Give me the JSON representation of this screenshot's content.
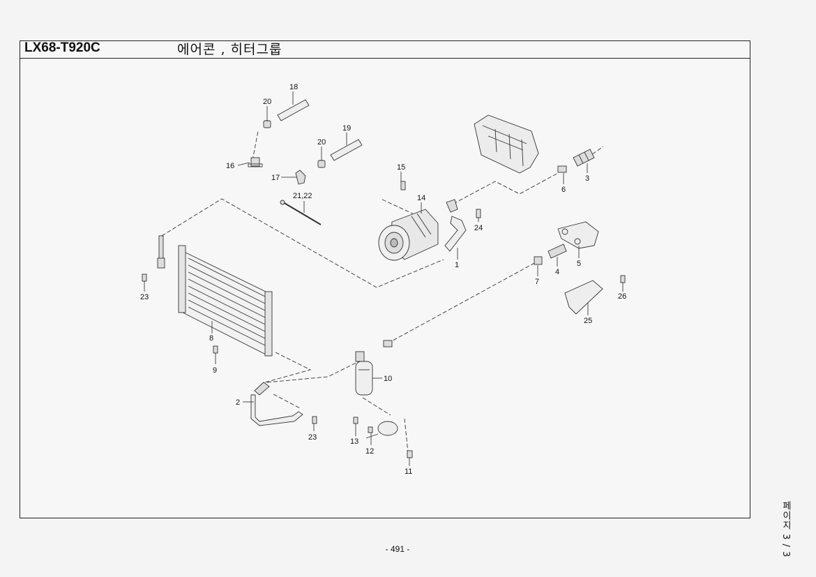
{
  "header": {
    "model_code": "LX68-T920C",
    "group_title": "에어콘 , 히터그룹"
  },
  "callouts": {
    "c1": "1",
    "c2": "2",
    "c3": "3",
    "c4": "4",
    "c5": "5",
    "c6": "6",
    "c7": "7",
    "c8": "8",
    "c9": "9",
    "c10": "10",
    "c11": "11",
    "c12": "12",
    "c13": "13",
    "c14": "14",
    "c15": "15",
    "c16": "16",
    "c17": "17",
    "c18": "18",
    "c19": "19",
    "c20a": "20",
    "c20b": "20",
    "c2122": "21,22",
    "c23a": "23",
    "c23b": "23",
    "c24": "24",
    "c25": "25",
    "c26": "26"
  },
  "footer": {
    "page_number": "- 491 -",
    "page_index": "페이지 3 / 3"
  }
}
